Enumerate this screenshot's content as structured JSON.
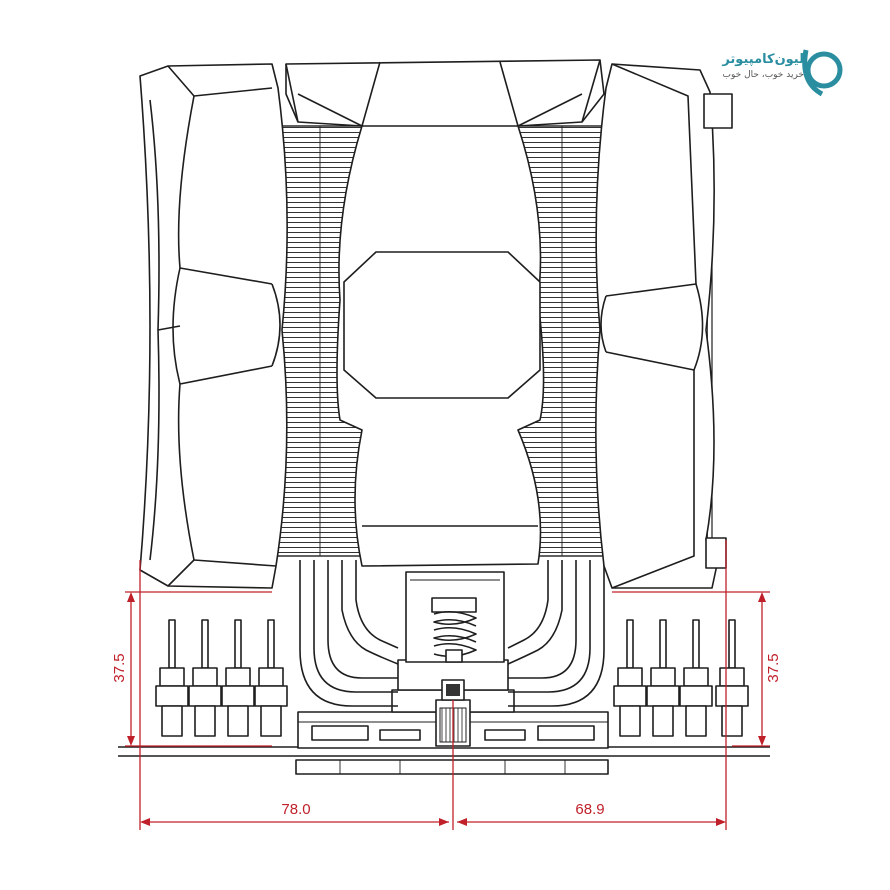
{
  "watermark": {
    "brand": "لیون‌کامپیوتر",
    "tagline": "خرید خوب، حال خوب"
  },
  "dimensions": {
    "left_height": "37.5",
    "right_height": "37.5",
    "left_width": "78.0",
    "right_width": "68.9"
  },
  "colors": {
    "dimension": "#c0202a",
    "line": "#1e1e1e",
    "brand": "#2a8ea0"
  }
}
